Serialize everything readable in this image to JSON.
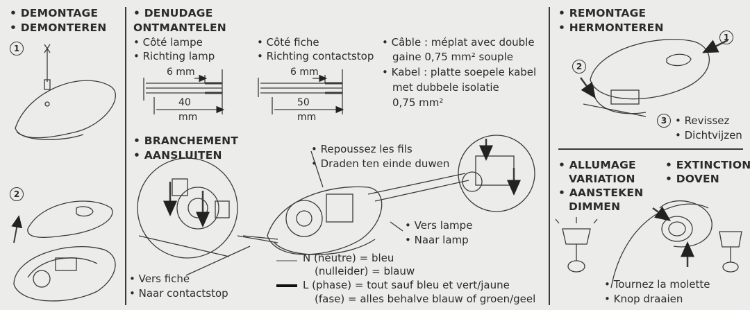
{
  "demontage": {
    "heading_fr": "DEMONTAGE",
    "heading_nl": "DEMONTEREN",
    "step1": "1",
    "step2": "2"
  },
  "denudage": {
    "heading_fr": "DENUDAGE",
    "heading_nl": "ONTMANTELEN",
    "lamp_fr": "Côté lampe",
    "lamp_nl": "Richting lamp",
    "plug_fr": "Côté fiche",
    "plug_nl": "Richting contactstop",
    "lamp_strip": "6 mm",
    "lamp_length": "40",
    "lamp_unit": "mm",
    "plug_strip": "6 mm",
    "plug_length": "50",
    "plug_unit": "mm",
    "cable_fr_1": "Câble : méplat avec double",
    "cable_fr_2": "gaine 0,75 mm² souple",
    "cable_nl_1": "Kabel : platte soepele kabel",
    "cable_nl_2": "met dubbele isolatie",
    "cable_nl_3": "0,75 mm²"
  },
  "branchement": {
    "heading_fr": "BRANCHEMENT",
    "heading_nl": "AANSLUITEN",
    "push_fr": "Repoussez les fils",
    "push_nl": "Draden ten einde duwen",
    "to_lamp_fr": "Vers lampe",
    "to_lamp_nl": "Naar lamp",
    "to_plug_fr": "Vers fiche",
    "to_plug_nl": "Naar contactstop",
    "n_line1": "N (neutre) = bleu",
    "n_line2": "(nulleider) = blauw",
    "l_line1": "L   (phase) = tout sauf bleu et vert/jaune",
    "l_line2": "(fase) = alles behalve blauw of groen/geel"
  },
  "remontage": {
    "heading_fr": "REMONTAGE",
    "heading_nl": "HERMONTEREN",
    "step1": "1",
    "step2": "2",
    "step3": "3",
    "screw_fr": "Revissez",
    "screw_nl": "Dichtvijzen"
  },
  "allumage": {
    "on_fr": "ALLUMAGE",
    "on_fr2": "VARIATION",
    "on_nl": "AANSTEKEN",
    "on_nl2": "DIMMEN",
    "off_fr": "EXTINCTION",
    "off_nl": "DOVEN",
    "turn_fr": "Tournez la molette",
    "turn_nl": "Knop draaien"
  }
}
